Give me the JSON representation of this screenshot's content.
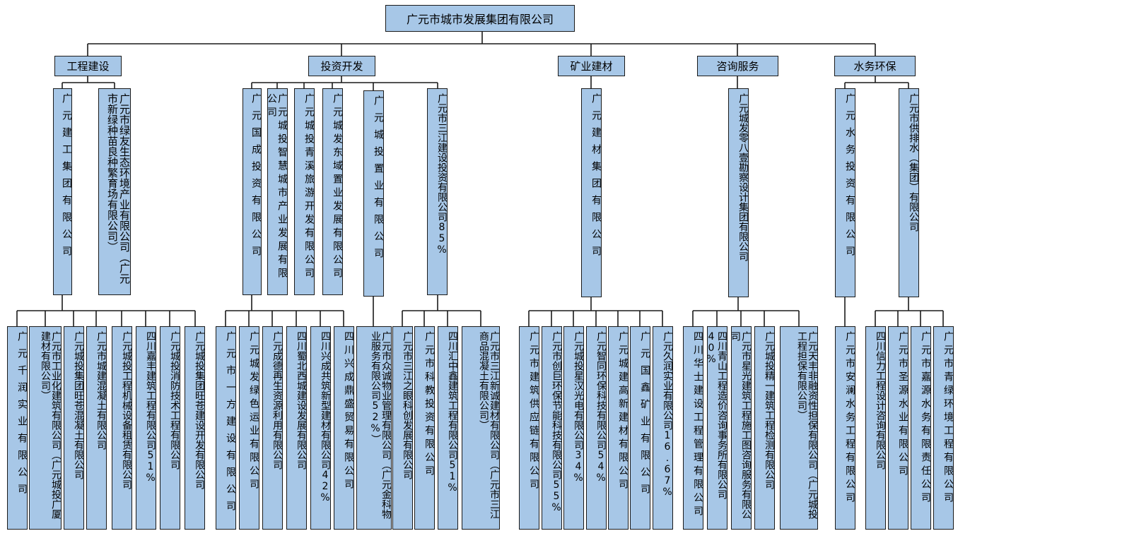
{
  "root": "广元市城市发展集团有限公司",
  "categories": [
    {
      "name": "工程建设",
      "companies": [
        {
          "name": "广元建工集团有限公司",
          "subs": [
            "广元千润实业有限公司",
            "广元市工业化建筑有限公司（广元城投广厦建材有限公司）",
            "广元城投集团旺苍混凝土有限公司",
            "广元市城建混凝土有限公司",
            "广元城投工程机械设备租赁有限公司",
            "四川嘉丰建筑工程有限公司51%",
            "广元城投消防技术工程有限公司",
            "广元城投集团旺苍建设开发有限公司"
          ]
        },
        {
          "name": "广元市绿友生态环境产业有限公司（广元市新绿种苗良种繁育场有限公司）",
          "subs": []
        }
      ]
    },
    {
      "name": "投资开发",
      "companies": [
        {
          "name": "广元国成投资有限公司",
          "subs": [
            "广元市一方建设有限公司",
            "广元城发绿色运业有限公司",
            "广元成德再生资源利用有限公司",
            "四川蜀北西城建设发展有限公司",
            "四川兴成共筑新型建材有限公司42%",
            "四川兴成鼎盛贸易有限公司"
          ]
        },
        {
          "name": "广元城投智慧城市产业发展有限公司",
          "subs": []
        },
        {
          "name": "广元城投青溪旅游开发有限公司",
          "subs": []
        },
        {
          "name": "广元城发东域置业发展有限公司",
          "subs": []
        },
        {
          "name": "广元城投置业有限公司",
          "subs": [
            "广元市众诚物业管理有限公司（广元金科物业服务有限公司52%）"
          ]
        },
        {
          "name": "广元市三江建设投资有限公司85%",
          "subs": [
            "广元市三江之眼科创发展有限公司",
            "广元市科教投资有限公司",
            "四川汇中鑫建筑工程有限公司51%",
            "广元市三江新诚建材有限公司（广元市三江商品混凝土有限公司）"
          ]
        }
      ]
    },
    {
      "name": "矿业建材",
      "companies": [
        {
          "name": "广元建材集团有限公司",
          "subs": [
            "广元市建筑供应链有限公司",
            "广元市创巨环保节能科技有限公司55%",
            "广元城投星汉光电有限公司34%",
            "广元智同环保科技有限公司54%",
            "广元城建高新建材有限公司",
            "广元国鑫矿业有限公司",
            "广元久润实业有限公司16.67%"
          ]
        }
      ]
    },
    {
      "name": "咨询服务",
      "companies": [
        {
          "name": "广元城发零八壹勘察设计集团有限公司",
          "subs": [
            "四川华士建设工程管理有限公司",
            "四川青山工程造价咨询事务所有限公司40%",
            "广元市星光建筑工程施工图咨询服务有限公司",
            "广元城投精一建筑工程检测有限公司",
            "广元天丰非融资性担保有限公司（广元城投工程担保有限公司）"
          ]
        }
      ]
    },
    {
      "name": "水务环保",
      "companies": [
        {
          "name": "广元水务投资有限公司",
          "subs": [
            "广元市安澜水务工程有限公司"
          ]
        },
        {
          "name": "广元市供排水（集团）有限公司",
          "subs": [
            "四川信力工程设计咨询有限公司",
            "广元市圣源水业有限公司",
            "广元市嘉源水务有限责任公司",
            "广元市青绿环境工程有限公司"
          ]
        }
      ]
    }
  ]
}
